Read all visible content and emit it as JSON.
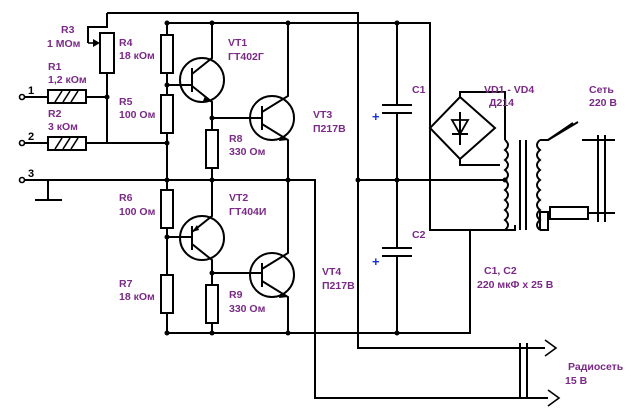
{
  "labels": {
    "r3_ref": "R3",
    "r3_val": "1 МОм",
    "r4_ref": "R4",
    "r4_val": "18 кОм",
    "r1_ref": "R1",
    "r1_val": "1,2 кОм",
    "r5_ref": "R5",
    "r5_val": "100 Ом",
    "r2_ref": "R2",
    "r2_val": "3 кОм",
    "r6_ref": "R6",
    "r6_val": "100 Ом",
    "r7_ref": "R7",
    "r7_val": "18 кОм",
    "r8_ref": "R8",
    "r8_val": "330 Ом",
    "r9_ref": "R9",
    "r9_val": "330 Ом",
    "vt1_ref": "VT1",
    "vt1_val": "ГТ402Г",
    "vt2_ref": "VT2",
    "vt2_val": "ГТ404И",
    "vt3_ref": "VT3",
    "vt3_val": "П217В",
    "vt4_ref": "VT4",
    "vt4_val": "П217В",
    "c1_ref": "C1",
    "c2_ref": "C2",
    "bridge_ref": "VD1 - VD4",
    "bridge_val": "Д214",
    "mains_label": "Сеть",
    "mains_val": "220 В",
    "cap_values_ref": "C1, C2",
    "cap_values_val": "220 мкФ х 25 В",
    "radio_label": "Радиосеть",
    "radio_val": "15 В",
    "in1": "1",
    "in2": "2",
    "in3": "3",
    "plus_c1": "+",
    "plus_c2": "+"
  }
}
